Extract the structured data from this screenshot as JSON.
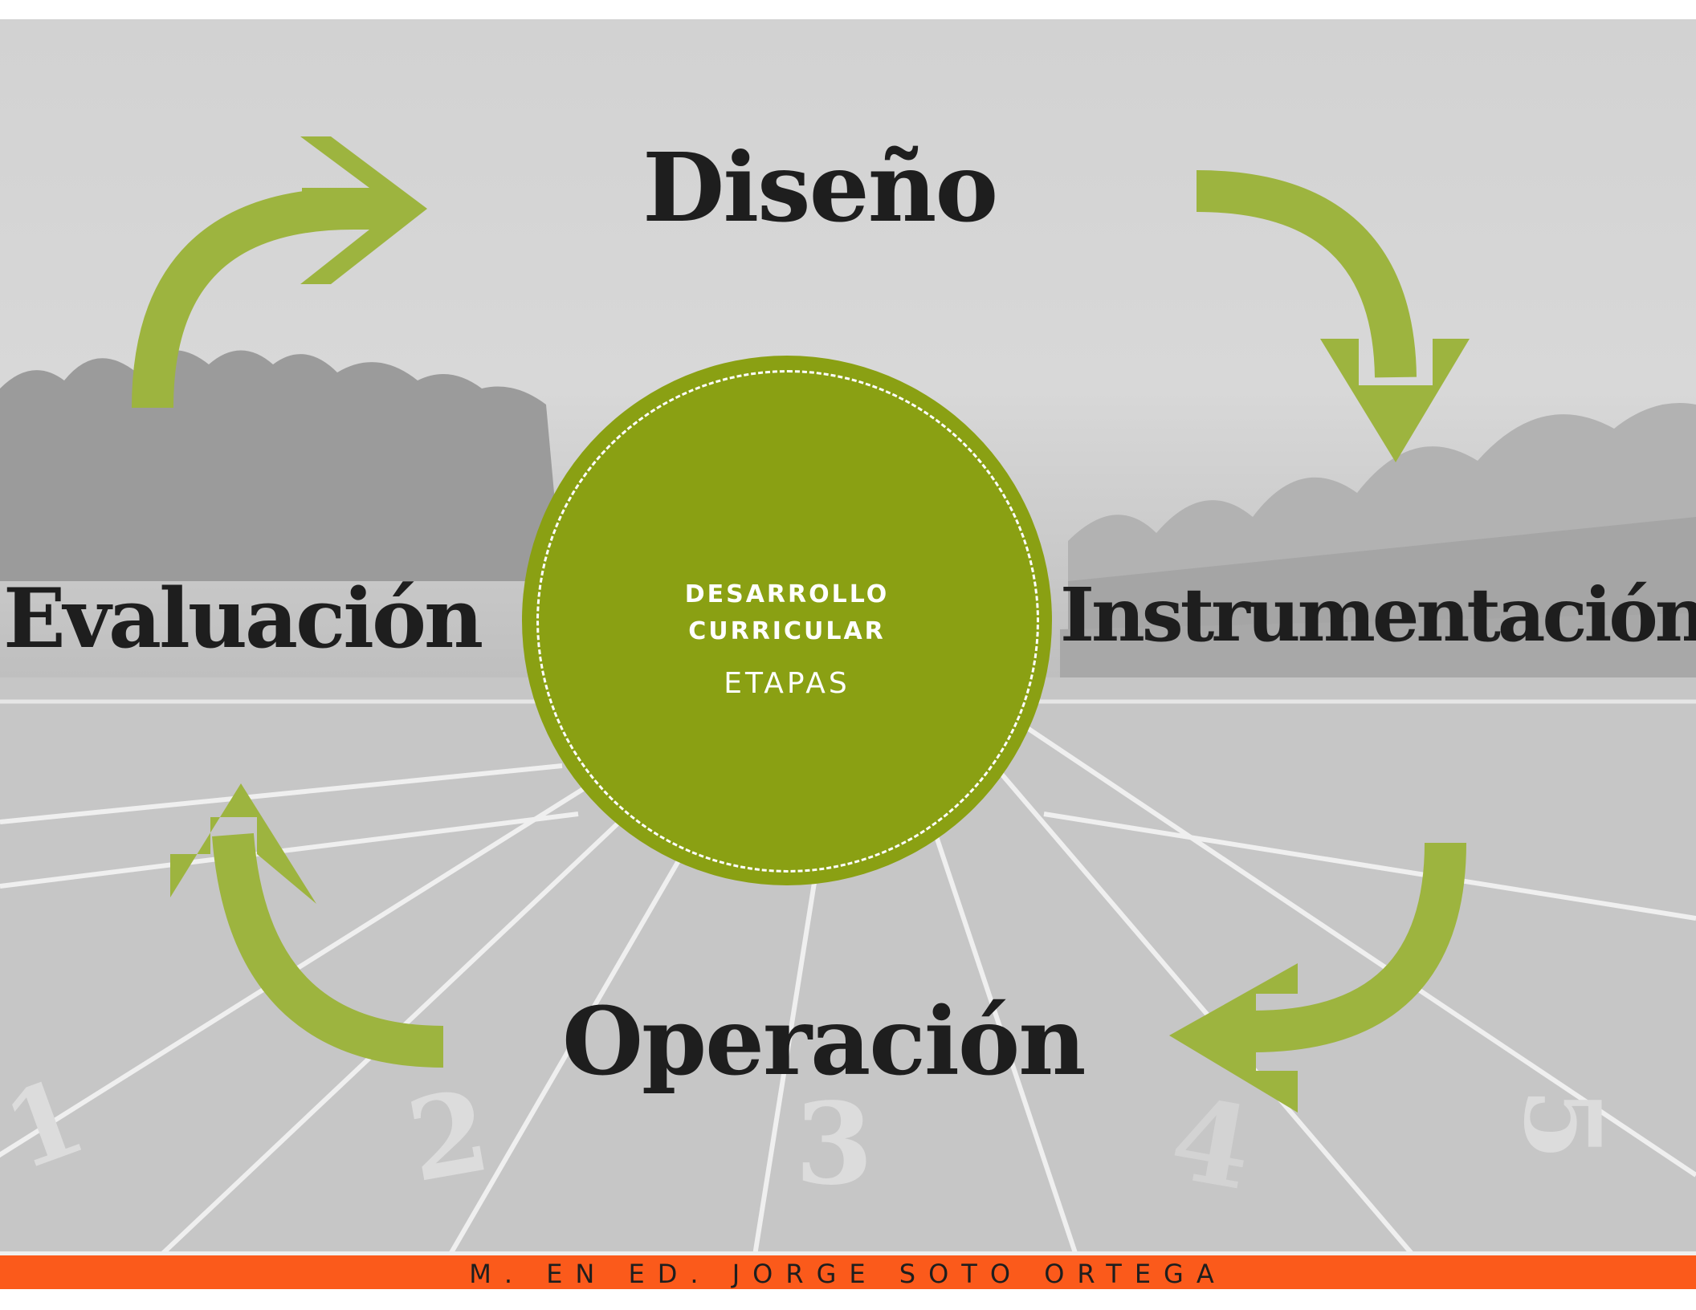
{
  "stages": {
    "top": "Diseño",
    "right": "Instrumentación",
    "bottom": "Operación",
    "left": "Evaluación"
  },
  "center": {
    "title": "DESARROLLO\nCURRICULAR",
    "subtitle": "ETAPAS"
  },
  "footer": {
    "author": "M. EN ED. JORGE SOTO ORTEGA"
  },
  "background": {
    "lane_numbers": [
      "1",
      "2",
      "3",
      "4",
      "5"
    ]
  },
  "colors": {
    "arrow": "#9db43f",
    "circle": "#8aa013",
    "footer_bar": "#fb5a1b",
    "stage_text": "#1e1e1e"
  }
}
